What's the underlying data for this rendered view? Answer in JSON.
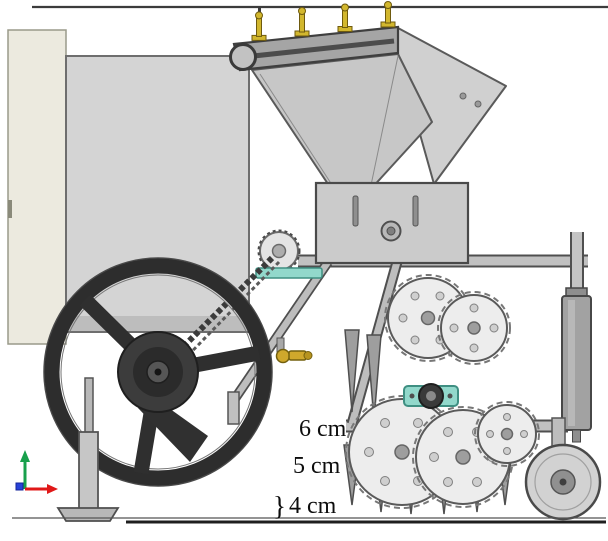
{
  "figure": {
    "dimension_labels": {
      "top": "6 cm",
      "middle": "5 cm",
      "bottom": "4 cm",
      "bottom_brace": "}"
    },
    "colors": {
      "body_gray": "#d2d2d2",
      "dark_outline": "#4a4a4a",
      "tire_black": "#2d2d2d",
      "bracket_gold": "#d2b72e",
      "bearing_teal": "#92d8cb",
      "valve_brass": "#cfa82c",
      "axis_x_red": "#e01818",
      "axis_y_green": "#18a04c",
      "axis_z_blue": "#2742d8"
    },
    "icons": {
      "origin_triad": "origin-triad-icon"
    }
  }
}
